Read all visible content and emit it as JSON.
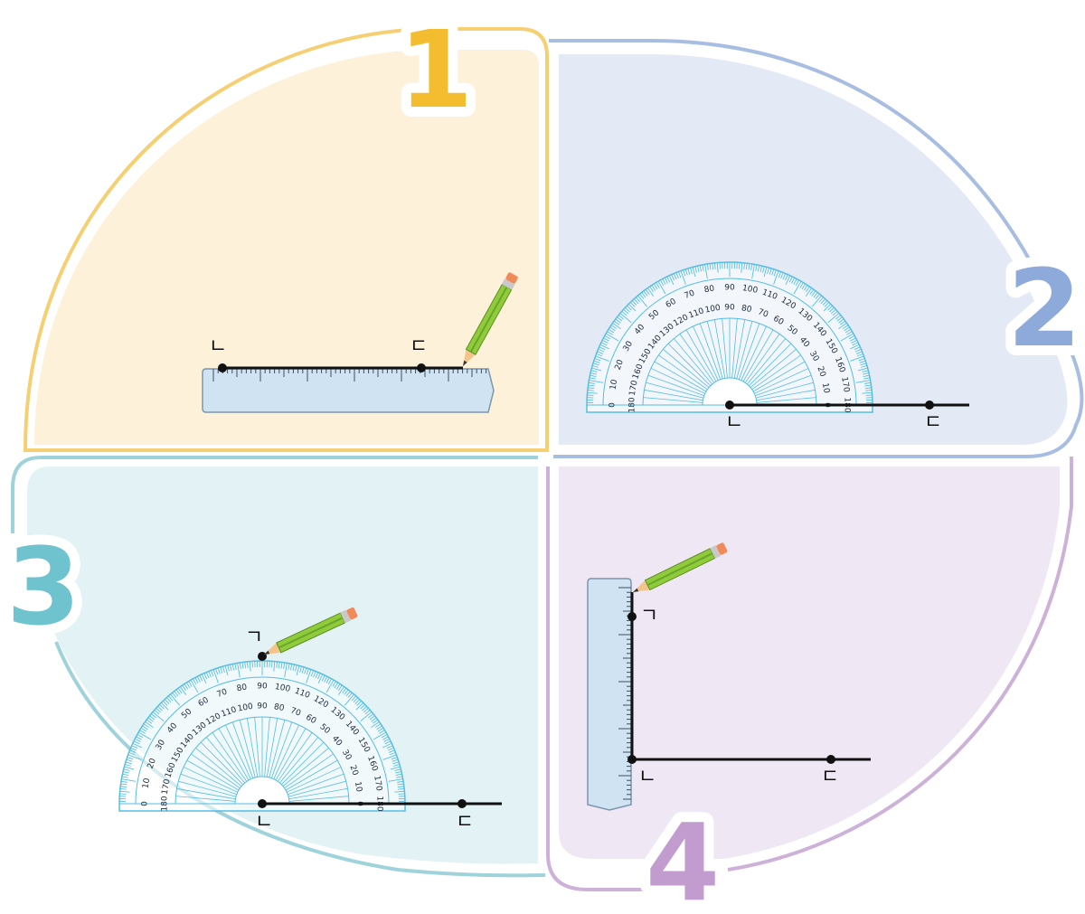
{
  "colors": {
    "q1_fill": "#fdf1da",
    "q1_border": "#f6cf73",
    "q1_number": "#f4bc2f",
    "q2_fill": "#e4eaf5",
    "q2_border": "#a7bde2",
    "q2_number": "#8eaadb",
    "q3_fill": "#e3f2f5",
    "q3_border": "#9fd3dc",
    "q3_number": "#6fc3cf",
    "q4_fill": "#efe8f4",
    "q4_border": "#cdb1d9",
    "q4_number": "#c39ccf",
    "ruler_fill": "#cfe3f3",
    "protractor_line": "#55bde6",
    "pencil_body": "#8fcb3a",
    "pencil_tip": "#f3c58c",
    "eraser": "#f08a5a"
  },
  "steps": [
    {
      "number": "1",
      "labels": {
        "start": "ㄴ",
        "end": "ㄷ"
      }
    },
    {
      "number": "2",
      "labels": {
        "vertex": "ㄴ",
        "end": "ㄷ"
      },
      "protractor": {
        "outer_scale": [
          "0",
          "10",
          "20",
          "30",
          "40",
          "50",
          "60",
          "70",
          "80",
          "90",
          "100",
          "110",
          "120",
          "130",
          "140",
          "150",
          "160",
          "170",
          "180"
        ],
        "inner_scale": [
          "180",
          "170",
          "160",
          "150",
          "140",
          "130",
          "120",
          "110",
          "100",
          "90",
          "80",
          "70",
          "60",
          "50",
          "40",
          "30",
          "20",
          "10",
          "0"
        ]
      }
    },
    {
      "number": "3",
      "labels": {
        "mark": "ㄱ",
        "vertex": "ㄴ",
        "end": "ㄷ"
      },
      "protractor": {
        "outer_scale": [
          "0",
          "10",
          "20",
          "30",
          "40",
          "50",
          "60",
          "70",
          "80",
          "90",
          "100",
          "110",
          "120",
          "130",
          "140",
          "150",
          "160",
          "170",
          "180"
        ],
        "inner_scale": [
          "180",
          "170",
          "160",
          "150",
          "140",
          "130",
          "120",
          "110",
          "100",
          "90",
          "80",
          "70",
          "60",
          "50",
          "40",
          "30",
          "20",
          "10",
          "0"
        ]
      }
    },
    {
      "number": "4",
      "labels": {
        "top": "ㄱ",
        "vertex": "ㄴ",
        "end": "ㄷ"
      }
    }
  ]
}
